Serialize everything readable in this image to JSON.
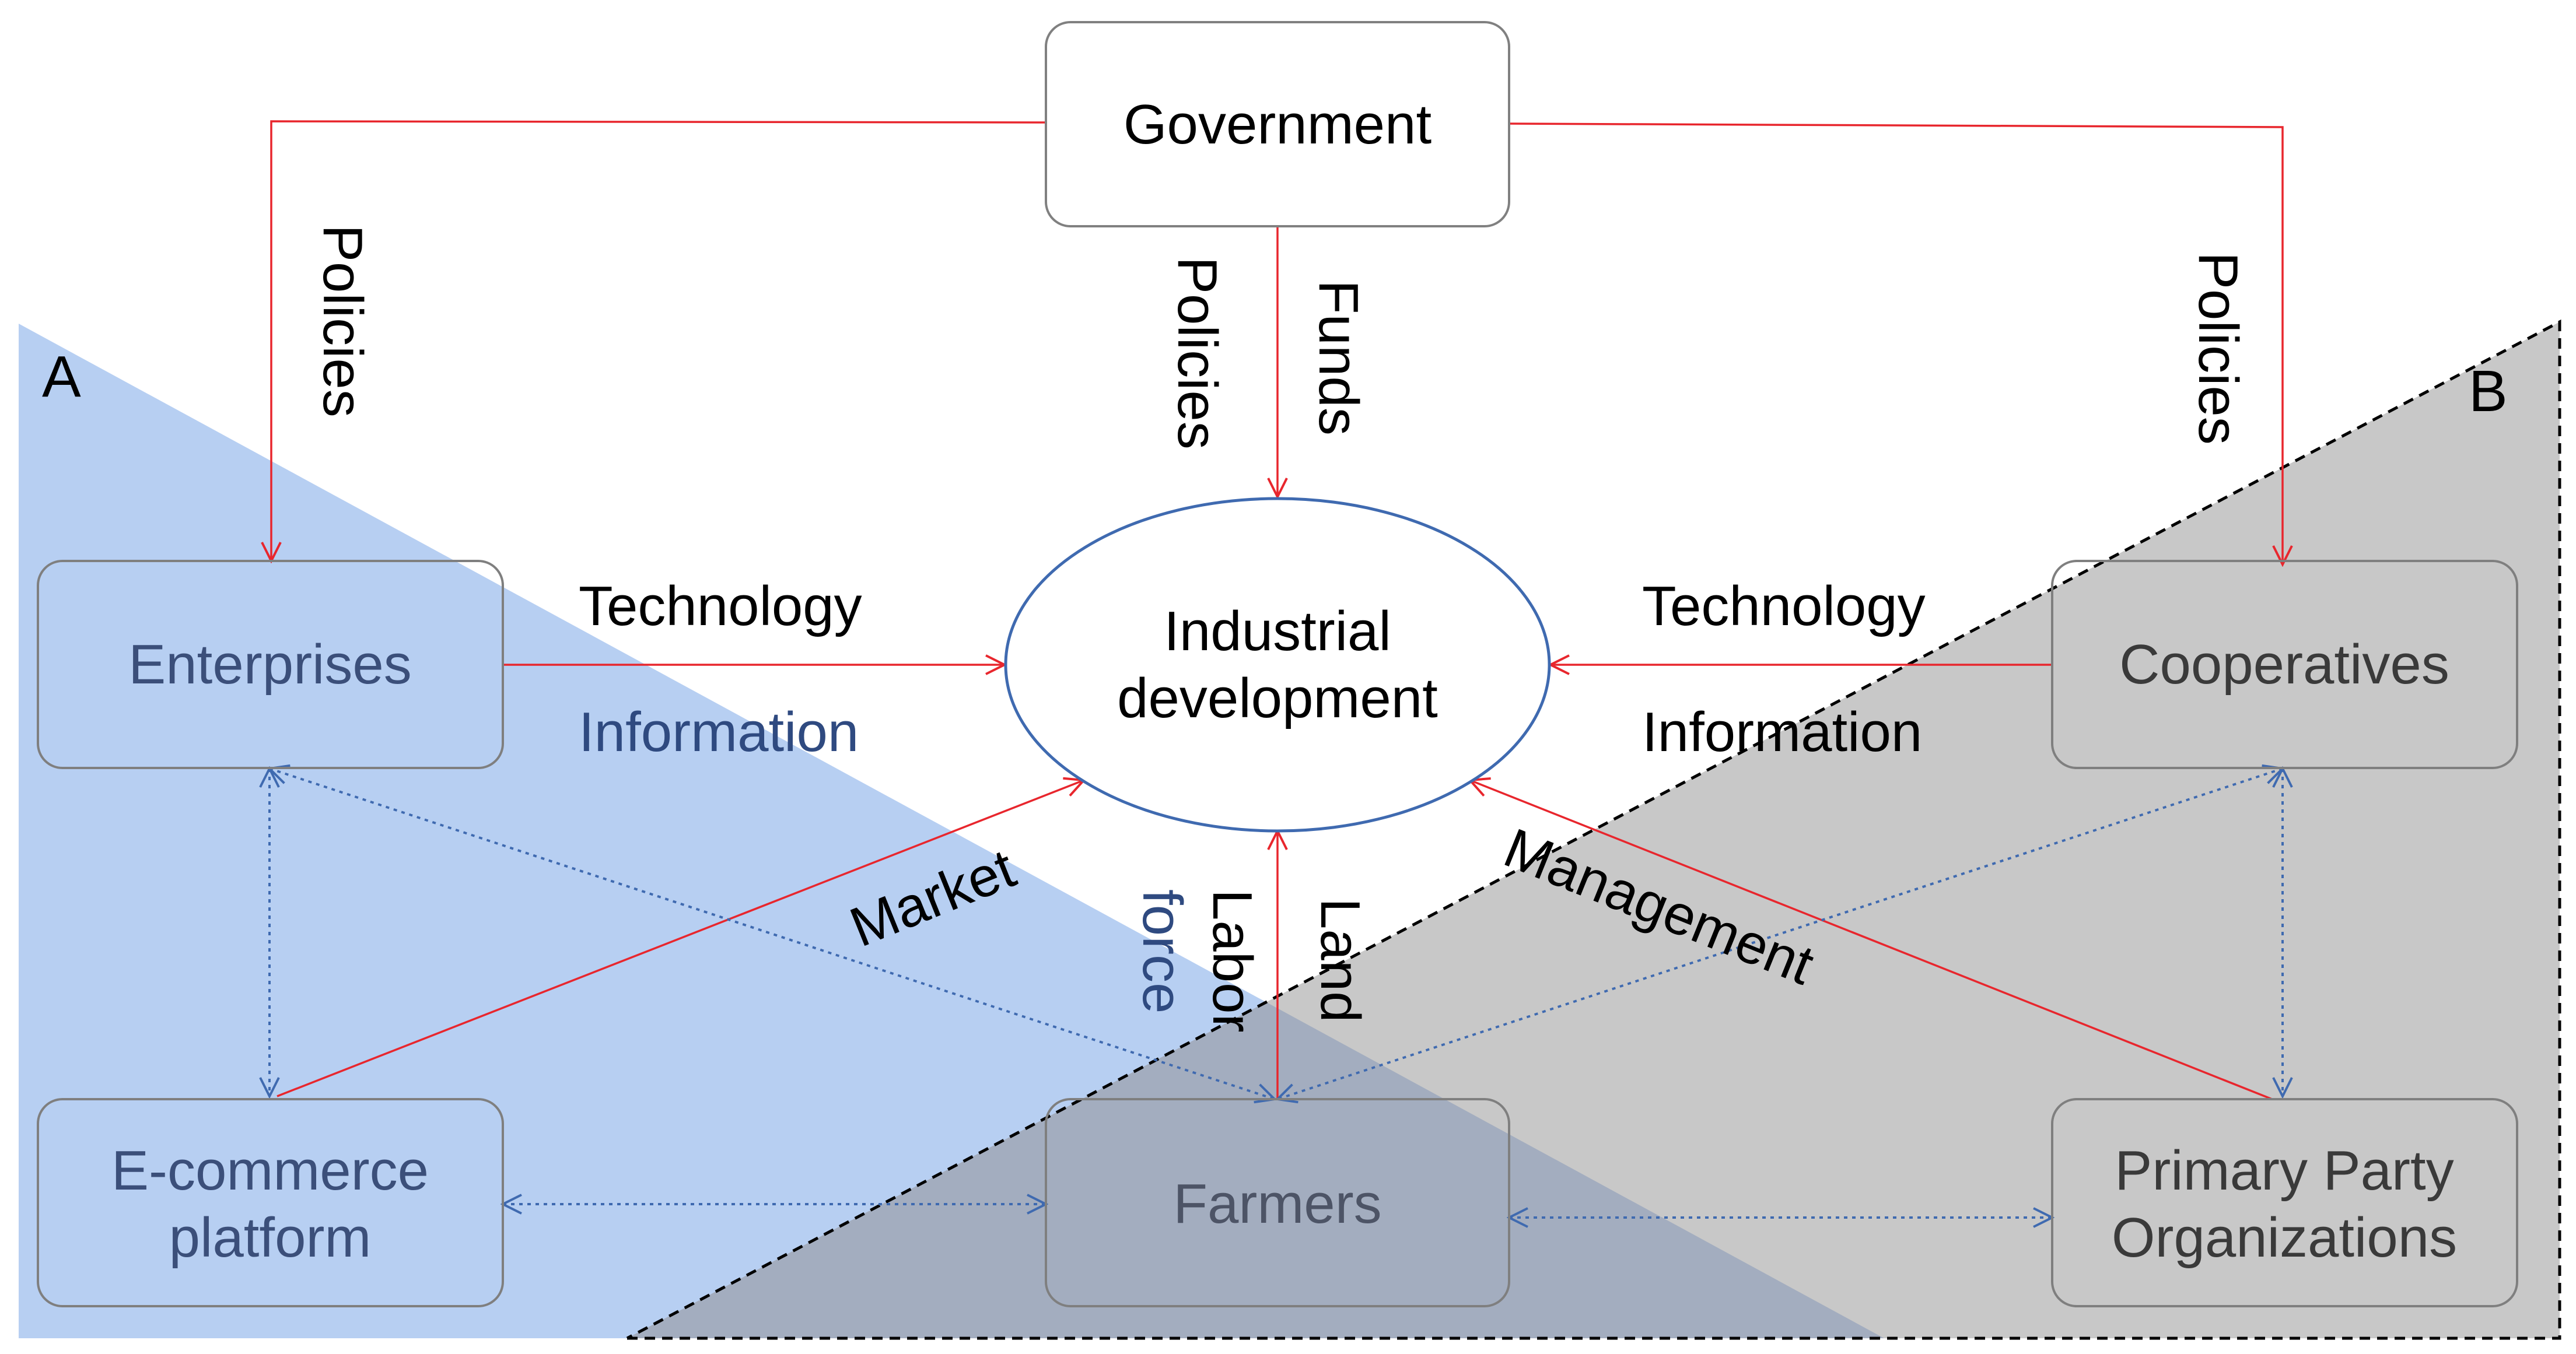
{
  "nodes": {
    "government": "Government",
    "industrial_development": [
      "Industrial",
      "development"
    ],
    "enterprises": "Enterprises",
    "cooperatives": "Cooperatives",
    "ecommerce": [
      "E-commerce",
      "platform"
    ],
    "farmers": "Farmers",
    "primary_party": [
      "Primary Party",
      "Organizations"
    ]
  },
  "edge_labels": {
    "policies_left": "Policies",
    "policies_center": "Policies",
    "funds": "Funds",
    "policies_right": "Policies",
    "technology_left": "Technology",
    "information_left": "Information",
    "technology_right": "Technology",
    "information_right": "Information",
    "market": "Market",
    "labor": "Labor",
    "force": "force",
    "land": "Land",
    "management": "Management"
  },
  "regions": {
    "a": "A",
    "b": "B"
  },
  "colors": {
    "region_a_fill": "#b7cff2",
    "region_b_fill": "#c8c8c8",
    "overlap_fill": "#a3adbf",
    "flow_red": "#e8262d",
    "exchange_blue": "#3f6ab0",
    "ellipse_stroke": "#3f6ab0"
  }
}
